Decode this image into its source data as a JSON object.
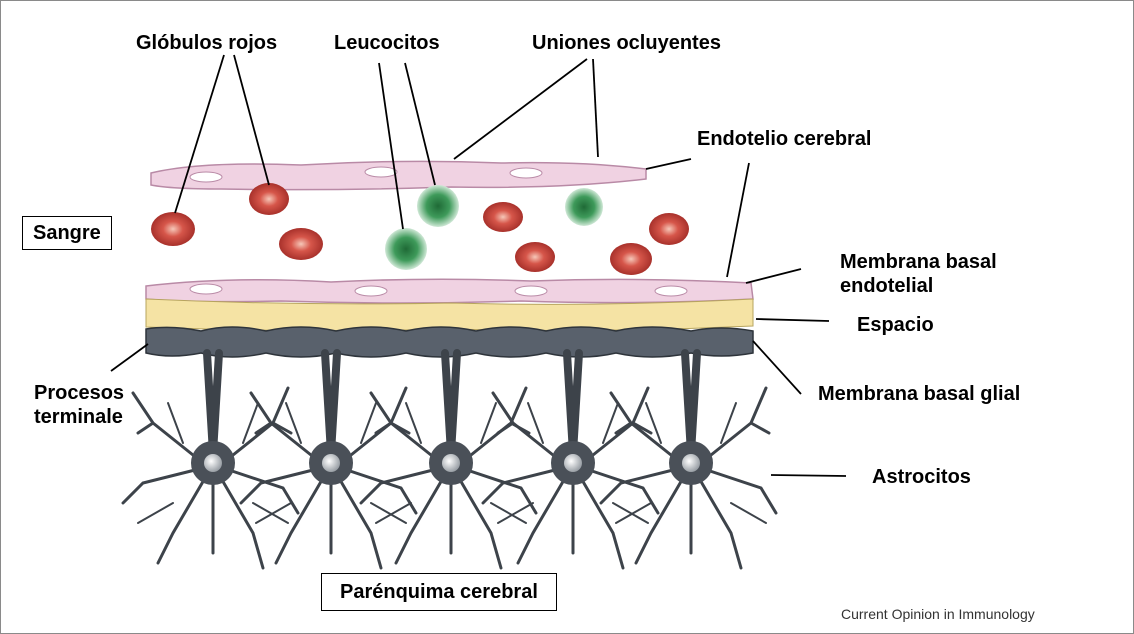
{
  "labels": {
    "globulos_rojos": "Glóbulos rojos",
    "leucocitos": "Leucocitos",
    "uniones_ocluyentes": "Uniones ocluyentes",
    "endotelio_cerebral": "Endotelio cerebral",
    "sangre": "Sangre",
    "membrana_basal_endotelial": "Membrana basal endotelial",
    "espacio": "Espacio",
    "procesos_terminales": "Procesos terminale",
    "membrana_basal_glial": "Membrana basal glial",
    "astrocitos": "Astrocitos",
    "parenquima_cerebral": "Parénquima cerebral"
  },
  "credit": "Current Opinion in Immunology",
  "colors": {
    "red_cell": "#c8453b",
    "leukocyte": "#3e9a5a",
    "endothelium": "#f0d2e2",
    "membrane": "#f5e3a4",
    "glia": "#59616c"
  }
}
